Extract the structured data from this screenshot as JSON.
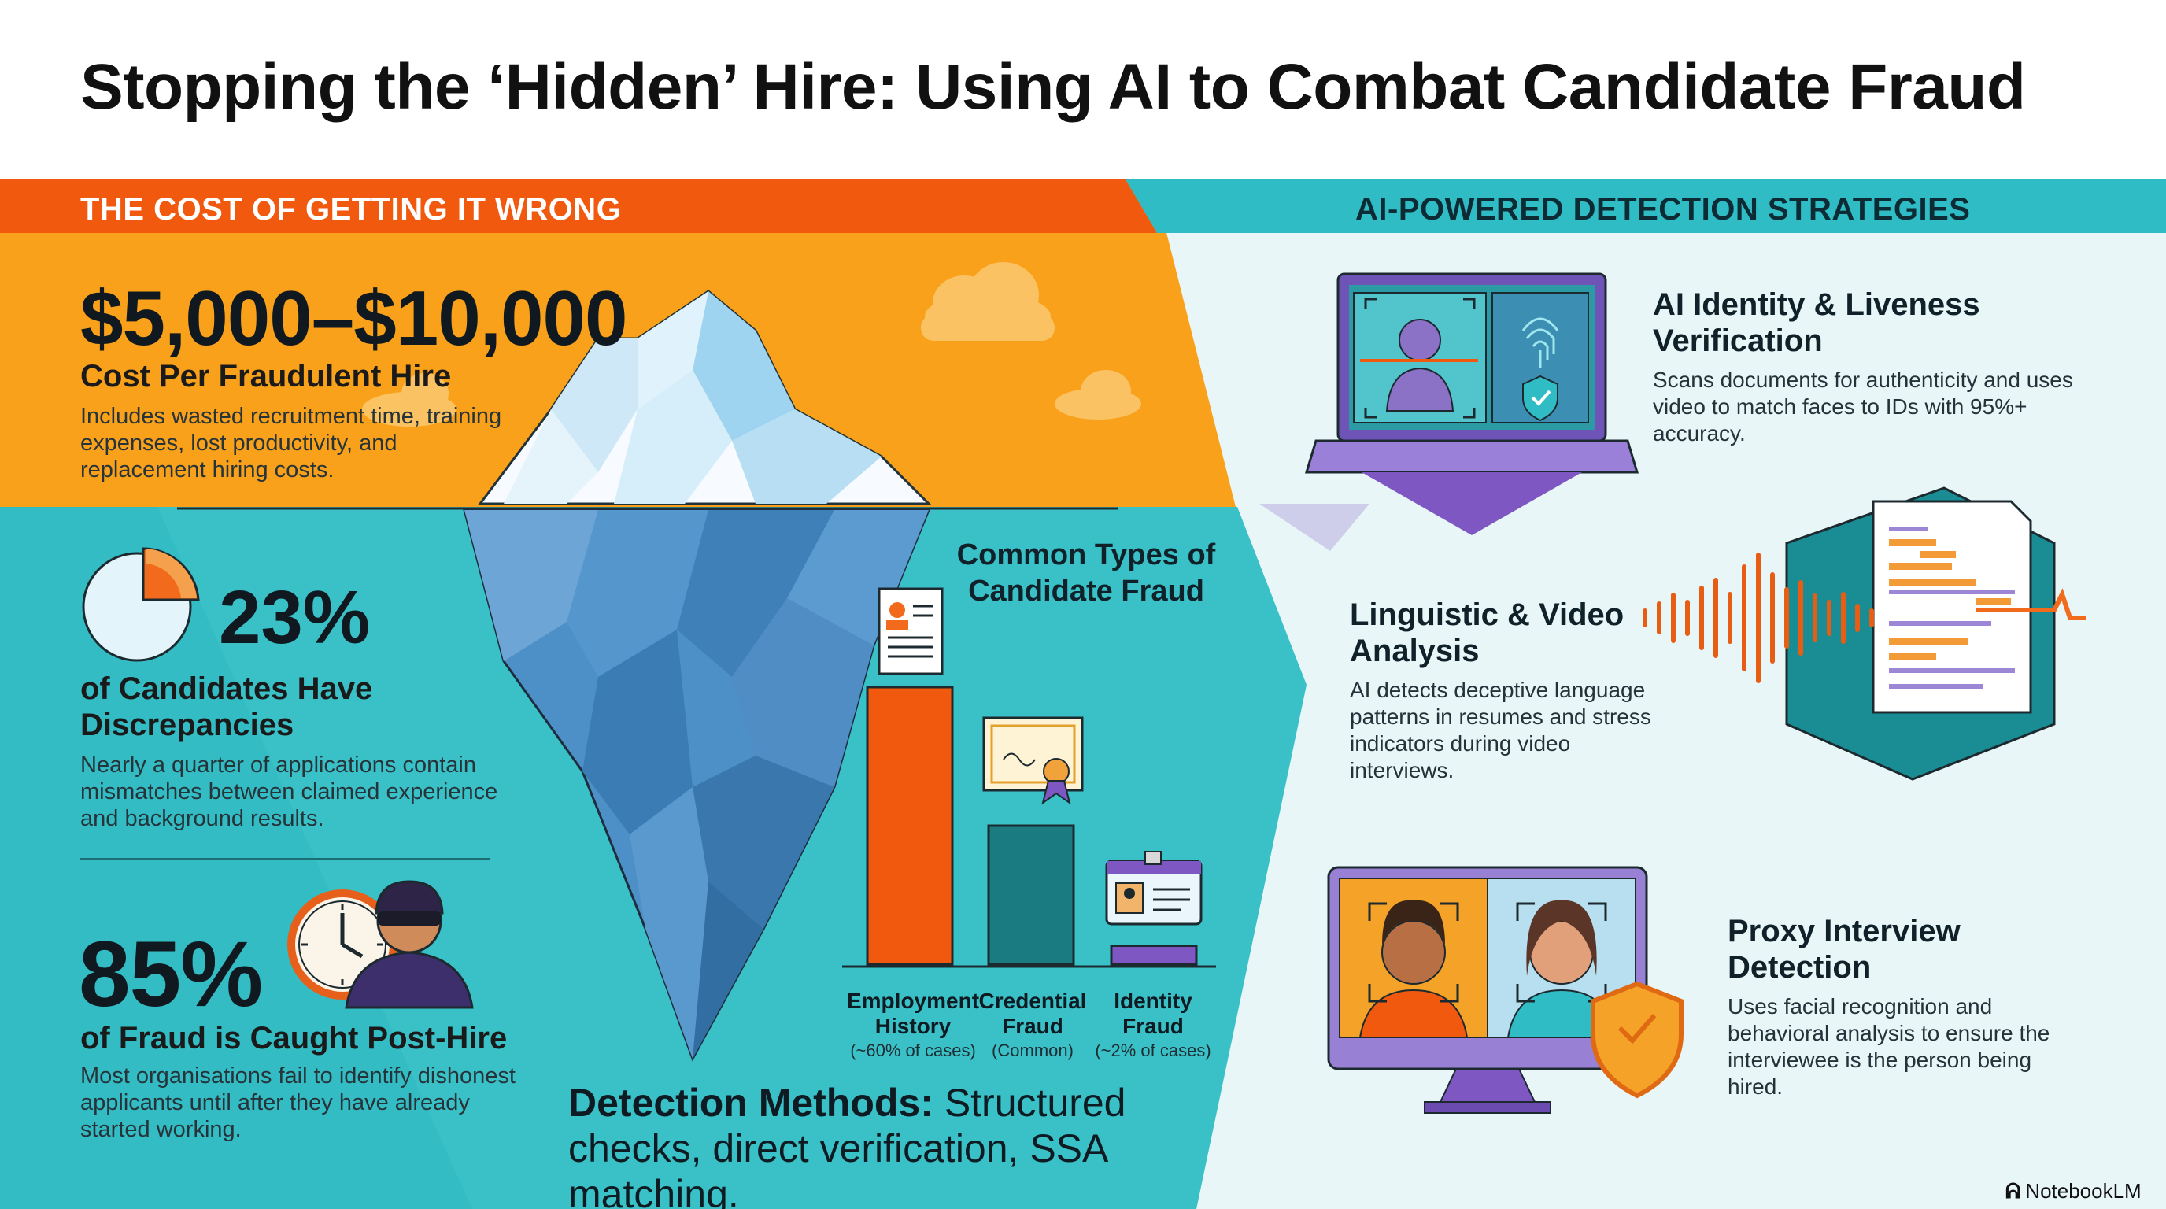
{
  "title": "Stopping the ‘Hidden’ Hire: Using AI to Combat Candidate Fraud",
  "left_section": {
    "label": "THE COST OF GETTING IT WRONG",
    "cost": {
      "value": "$5,000–$10,000",
      "label": "Cost Per Fraudulent Hire",
      "description": "Includes wasted recruitment time, training expenses, lost productivity, and replacement hiring costs."
    },
    "discrepancies": {
      "value": "23%",
      "pie_fraction": 0.23,
      "label": "of Candidates Have Discrepancies",
      "description": "Nearly a quarter of applications contain mismatches between claimed experience and background results."
    },
    "post_hire": {
      "value": "85%",
      "label": "of Fraud is Caught Post-Hire",
      "description": "Most organisations fail to identify dishonest applicants until after they have already started working."
    }
  },
  "fraud_types": {
    "title": "Common Types of Candidate Fraud",
    "bars": [
      {
        "name": "Employment History",
        "note": "(~60% of cases)",
        "color": "#f15a0e",
        "level": 60
      },
      {
        "name": "Credential Fraud",
        "note": "(Common)",
        "color": "#1a7b80",
        "level": 30
      },
      {
        "name": "Identity Fraud",
        "note": "(~2% of cases)",
        "color": "#7e57c2",
        "level": 4
      }
    ],
    "detection_methods_label": "Detection Methods:",
    "detection_methods_text": "Structured checks, direct verification, SSA matching."
  },
  "right_section": {
    "label": "AI-POWERED DETECTION STRATEGIES",
    "strategies": [
      {
        "title": "AI Identity & Liveness Verification",
        "description": "Scans documents for authenticity and uses video to match faces to IDs with 95%+ accuracy."
      },
      {
        "title": "Linguistic & Video Analysis",
        "description": "AI detects deceptive language patterns in resumes and stress indicators during video interviews."
      },
      {
        "title": "Proxy Interview Detection",
        "description": "Uses facial recognition and behavioral analysis to ensure the interviewee is the person being hired."
      }
    ]
  },
  "brand": "NotebookLM",
  "colors": {
    "orange": "#f9a11b",
    "deep_orange": "#f15a0e",
    "teal": "#2fbcc4",
    "dark_teal": "#1a7b80",
    "purple": "#7e57c2",
    "light_teal_bg": "#e9f7f8"
  }
}
